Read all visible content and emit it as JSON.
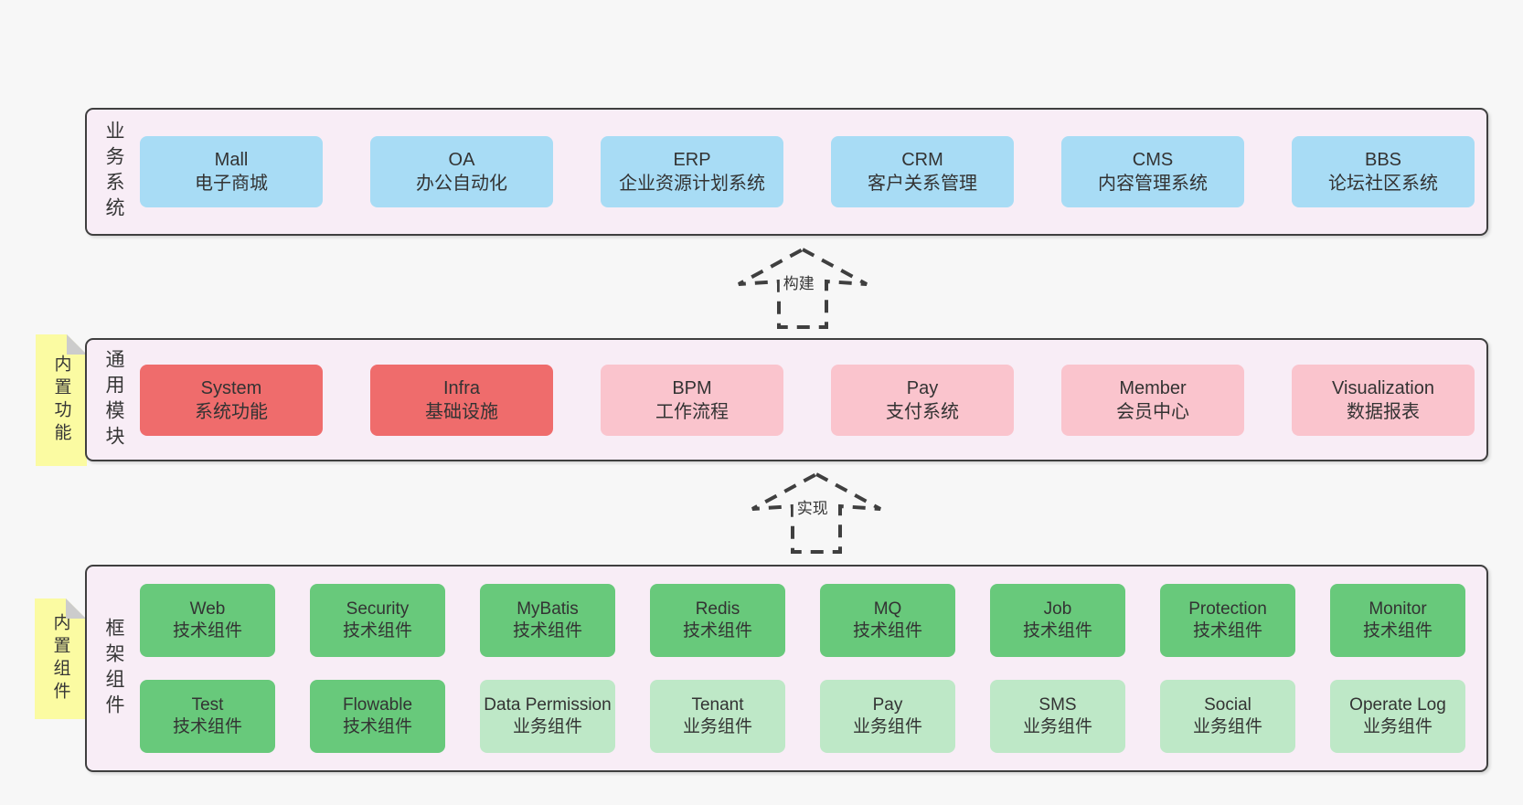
{
  "colors": {
    "page_bg": "#f7f7f7",
    "band_bg": "#f8edf6",
    "band_border": "#3f3f3f",
    "node_blue": "#a8dcf5",
    "node_red": "#ef6c6c",
    "node_pink": "#fac4cd",
    "node_green": "#68c97b",
    "node_light_green": "#bee8c7",
    "note_yellow": "#fbfba2",
    "note_fold": "#cccccc",
    "text": "#363636",
    "arrow": "#3f3f3f"
  },
  "arrows": [
    {
      "label": "构建"
    },
    {
      "label": "实现"
    }
  ],
  "notes": [
    {
      "text": "内置功能"
    },
    {
      "text": "内置组件"
    }
  ],
  "bands": {
    "business": {
      "label": "业务系统",
      "items": [
        {
          "name": "Mall",
          "desc": "电子商城"
        },
        {
          "name": "OA",
          "desc": "办公自动化"
        },
        {
          "name": "ERP",
          "desc": "企业资源计划系统"
        },
        {
          "name": "CRM",
          "desc": "客户关系管理"
        },
        {
          "name": "CMS",
          "desc": "内容管理系统"
        },
        {
          "name": "BBS",
          "desc": "论坛社区系统"
        }
      ]
    },
    "modules": {
      "label": "通用模块",
      "items": [
        {
          "name": "System",
          "desc": "系统功能"
        },
        {
          "name": "Infra",
          "desc": "基础设施"
        },
        {
          "name": "BPM",
          "desc": "工作流程"
        },
        {
          "name": "Pay",
          "desc": "支付系统"
        },
        {
          "name": "Member",
          "desc": "会员中心"
        },
        {
          "name": "Visualization",
          "desc": "数据报表"
        }
      ]
    },
    "components": {
      "label": "框架组件",
      "row1": [
        {
          "name": "Web",
          "desc": "技术组件"
        },
        {
          "name": "Security",
          "desc": "技术组件"
        },
        {
          "name": "MyBatis",
          "desc": "技术组件"
        },
        {
          "name": "Redis",
          "desc": "技术组件"
        },
        {
          "name": "MQ",
          "desc": "技术组件"
        },
        {
          "name": "Job",
          "desc": "技术组件"
        },
        {
          "name": "Protection",
          "desc": "技术组件"
        },
        {
          "name": "Monitor",
          "desc": "技术组件"
        }
      ],
      "row2": [
        {
          "name": "Test",
          "desc": "技术组件"
        },
        {
          "name": "Flowable",
          "desc": "技术组件"
        },
        {
          "name": "Data Permission",
          "desc": "业务组件"
        },
        {
          "name": "Tenant",
          "desc": "业务组件"
        },
        {
          "name": "Pay",
          "desc": "业务组件"
        },
        {
          "name": "SMS",
          "desc": "业务组件"
        },
        {
          "name": "Social",
          "desc": "业务组件"
        },
        {
          "name": "Operate Log",
          "desc": "业务组件"
        }
      ]
    }
  }
}
